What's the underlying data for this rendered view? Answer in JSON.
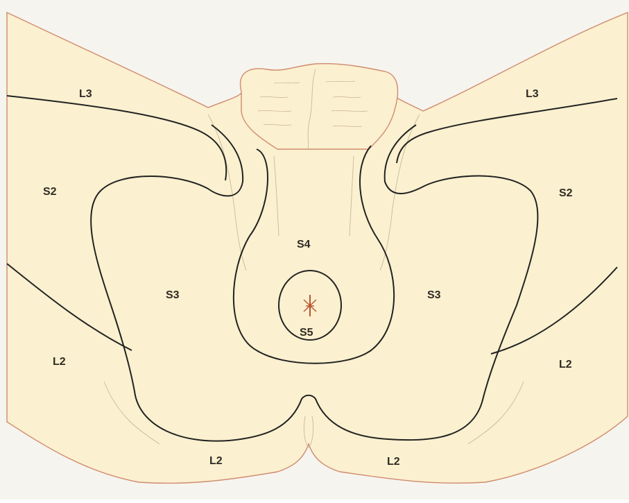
{
  "figure": {
    "labels": {
      "l3_left": "L3",
      "l3_right": "L3",
      "s2_left": "S2",
      "s2_right": "S2",
      "s4": "S4",
      "s3_left": "S3",
      "s3_right": "S3",
      "s5": "S5",
      "l2_left": "L2",
      "l2_right": "L2",
      "l2_bottom_left": "L2",
      "l2_bottom_right": "L2"
    },
    "colors": {
      "skin": "#fbf0cf",
      "outline": "#d08a6e",
      "dermatome_line": "#222222",
      "anus": "#b5532e"
    }
  }
}
